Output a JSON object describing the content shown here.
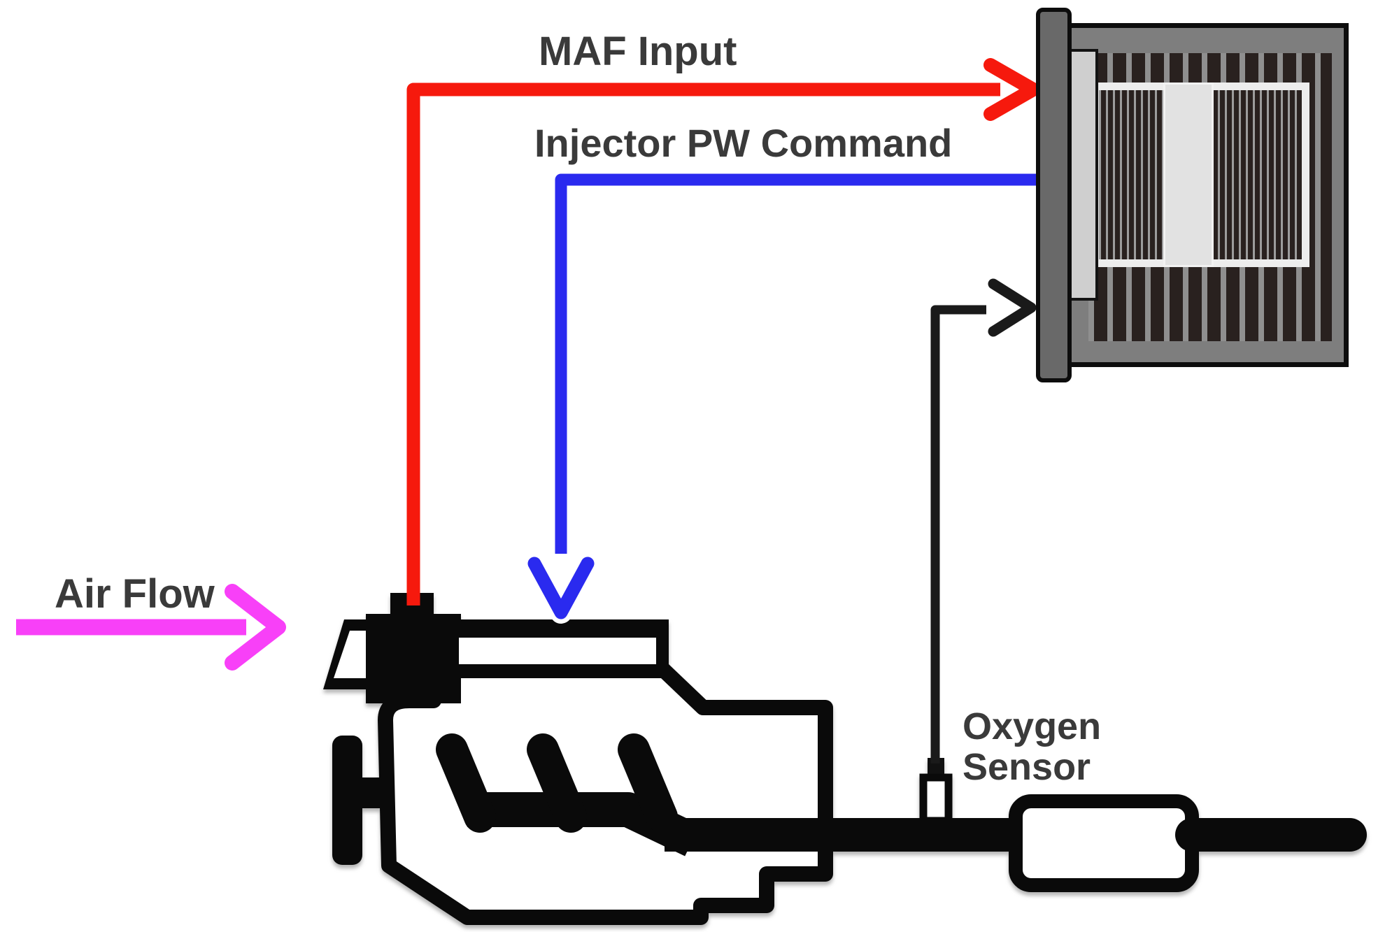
{
  "title": "Fuel control feedback loop diagram",
  "labels": {
    "maf_input": "MAF Input",
    "injector_pw": "Injector PW Command",
    "air_flow": "Air Flow",
    "oxygen_line1": "Oxygen",
    "oxygen_line2": "Sensor"
  },
  "colors": {
    "red": "#f6190d",
    "blue": "#2a2aef",
    "magenta": "#f840f8",
    "wire": "#1a1a1a",
    "text": "#3a3a3a",
    "ecu-frame": "#7e7e7e",
    "ecu-bracket": "#696969",
    "fin-dark": "#29211f",
    "fin-gap": "#8f8f8f",
    "engine-outline": "#0a0a0a",
    "engine-fill": "#ffffff"
  },
  "components": {
    "ecu": "engine-control-unit",
    "engine": "engine-block",
    "maf_sensor": "mass-air-flow-sensor",
    "oxygen_sensor": "oxygen-sensor",
    "muffler": "muffler",
    "arrows": [
      {
        "name": "airflow-arrow",
        "color": "magenta",
        "from": "left",
        "to": "air-intake"
      },
      {
        "name": "maf-input-arrow",
        "color": "red",
        "from": "maf-sensor",
        "to": "ecu"
      },
      {
        "name": "injector-pw-arrow",
        "color": "blue",
        "from": "ecu",
        "to": "intake-plenum"
      },
      {
        "name": "oxygen-signal-arrow",
        "color": "wire",
        "from": "oxygen-sensor",
        "to": "ecu"
      }
    ]
  }
}
